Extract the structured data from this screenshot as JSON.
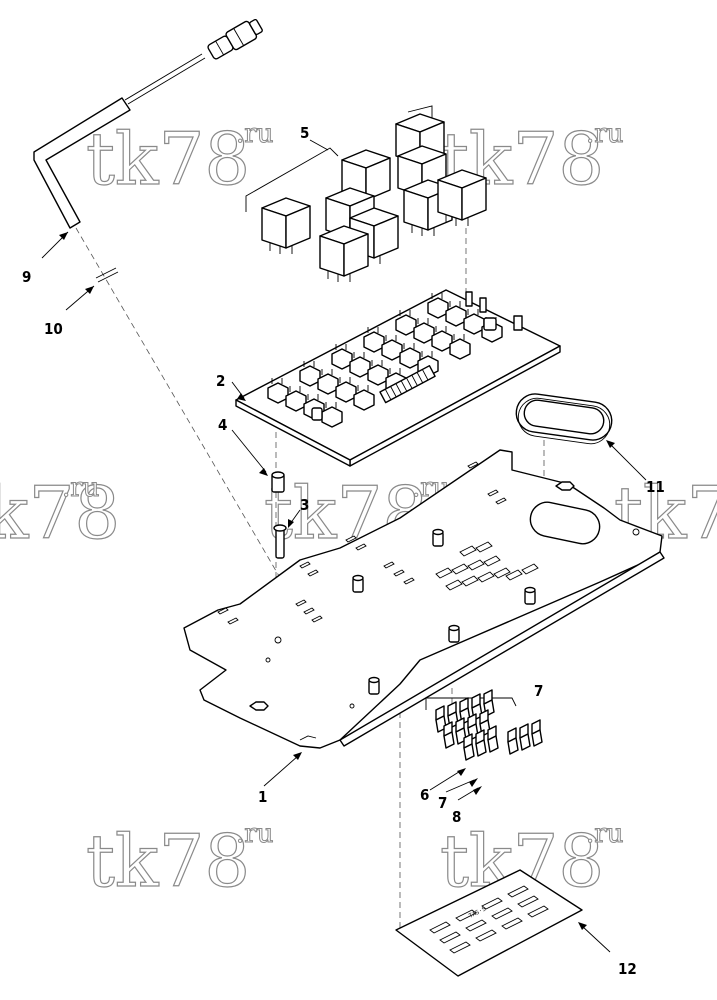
{
  "watermark": {
    "main": "tk78",
    "suffix": ".ru"
  },
  "callouts": {
    "c1": "1",
    "c2": "2",
    "c3": "3",
    "c4": "4",
    "c5": "5",
    "c6": "6",
    "c7a": "7",
    "c7b": "7",
    "c8": "8",
    "c9": "9",
    "c10": "10",
    "c11": "11",
    "c12": "12"
  },
  "decal": {
    "text": "TAS·S"
  }
}
